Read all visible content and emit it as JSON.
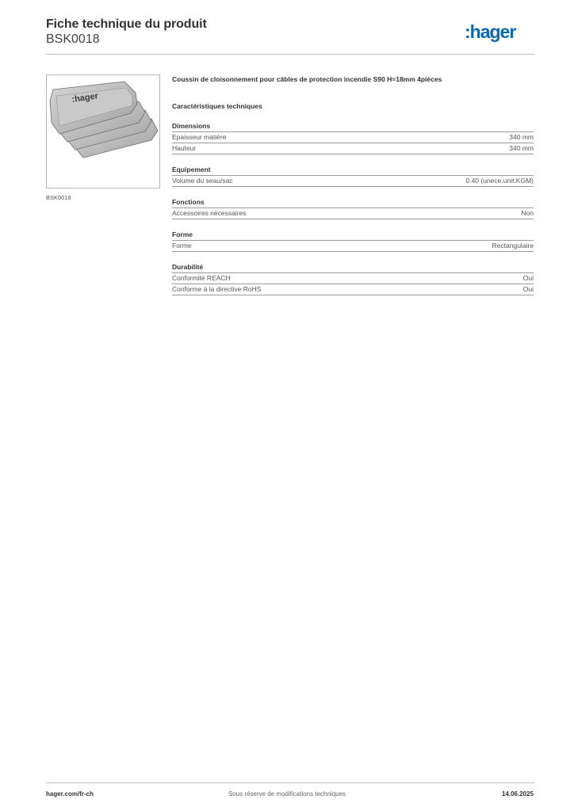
{
  "header": {
    "title": "Fiche technique du produit",
    "reference": "BSK0018",
    "logo_text": ":hager",
    "logo_color": "#0a68b4"
  },
  "image": {
    "caption": "BSK0018",
    "brand_print": ":hager"
  },
  "product": {
    "description": "Coussin de cloisonnement pour câbles de protection incendie S90 H=18mm 4pièces",
    "section_heading": "Caractéristiques techniques"
  },
  "groups": [
    {
      "title": "Dimensions",
      "rows": [
        {
          "label": "Epaisseur matière",
          "value": "340 mm"
        },
        {
          "label": "Hauteur",
          "value": "340 mm"
        }
      ]
    },
    {
      "title": "Equipement",
      "rows": [
        {
          "label": "Volume du seau/sac",
          "value": "0.40 (unece.unit.KGM)"
        }
      ]
    },
    {
      "title": "Fonctions",
      "rows": [
        {
          "label": "Accessoires nécessaires",
          "value": "Non"
        }
      ]
    },
    {
      "title": "Forme",
      "rows": [
        {
          "label": "Forme",
          "value": "Rectangulaire"
        }
      ]
    },
    {
      "title": "Durabilité",
      "rows": [
        {
          "label": "Conformité REACH",
          "value": "Oui"
        },
        {
          "label": "Conforme à la directive RoHS",
          "value": "Oui"
        }
      ]
    }
  ],
  "footer": {
    "website": "hager.com/fr-ch",
    "notice": "Sous réserve de modifications techniques",
    "date": "14.06.2025"
  }
}
